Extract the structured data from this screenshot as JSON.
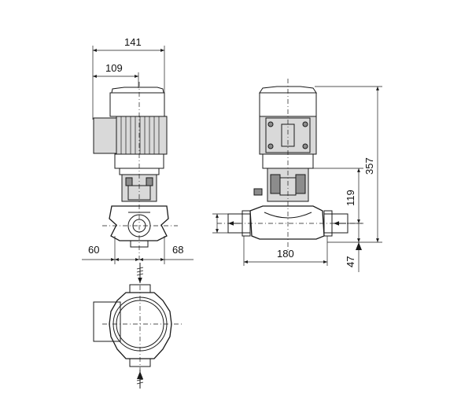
{
  "dimensions": {
    "d141": "141",
    "d109": "109",
    "d60": "60",
    "d68": "68",
    "d180": "180",
    "d357": "357",
    "d119": "119",
    "d47": "47"
  }
}
